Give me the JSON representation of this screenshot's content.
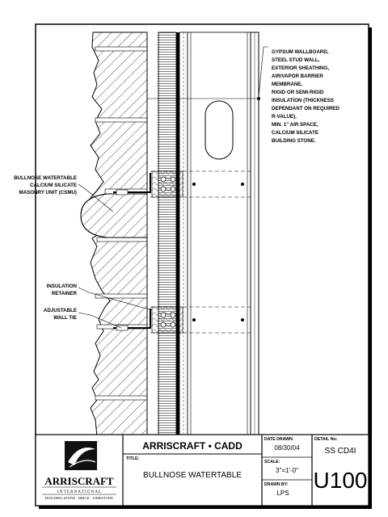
{
  "notes": {
    "lines": [
      "GYPSUM WALLBOARD,",
      "STEEL STUD WALL,",
      "EXTERIOR SHEATHING,",
      "AIR/VAPOR BARRIER",
      "MEMBRANE,",
      "RIGID OR SEMI-RIGID",
      "INSULATION (THICKNESS",
      "DEPENDANT ON REQUIRED",
      "R-VALUE),",
      "MIN. 1\" AIR SPACE,",
      "CALCIUM SILICATE",
      "BUILDING STONE."
    ]
  },
  "callouts": {
    "bullnose": [
      "BULLNOSE WATERTABLE",
      "CALCIUM SILICATE",
      "MASONRY UNIT (CSMU)"
    ],
    "retainer": [
      "INSULATION",
      "RETAINER"
    ],
    "tie": [
      "ADJUSTABLE",
      "WALL TIE"
    ]
  },
  "title_block": {
    "logo_name": "ARRISCRAFT",
    "logo_sub": "I N T E R N A T I O N A L",
    "logo_tagline": "BUILDING STONE · BRICK · LIMESTONE",
    "company": "ARRISCRAFT • CADD",
    "title_label": "TITLE:",
    "title": "BULLNOSE WATERTABLE",
    "date_label": "DATE DRAWN:",
    "date": "08/30/04",
    "scale_label": "SCALE:",
    "scale": "3\"=1'-0\"",
    "drawn_label": "DRAWN BY:",
    "drawn": "LPS",
    "detail_label": "DETAIL No:",
    "detail_code": "SS CD4I",
    "detail_number": "U100"
  }
}
